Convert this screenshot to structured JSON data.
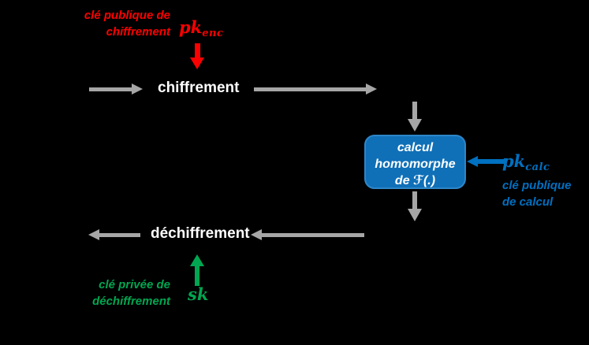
{
  "colors": {
    "background": "#000000",
    "text_white": "#ffffff",
    "arrow_gray": "#a6a6a6",
    "key_red": "#fb0000",
    "key_green": "#00a651",
    "key_blue": "#0070c0",
    "box_fill": "#0f70b8",
    "box_border": "#2e86c8"
  },
  "flow": {
    "enc_key_caption": [
      "clé publique de",
      "chiffrement"
    ],
    "enc_key_symbol": {
      "base": "pk",
      "sub": "enc"
    },
    "encrypt_label": "chiffrement",
    "compute_box": {
      "line1": "calcul",
      "line2": "homomorphe",
      "line3": "de ℱ(.)"
    },
    "calc_key_symbol": {
      "base": "pk",
      "sub": "calc"
    },
    "calc_key_caption": [
      "clé publique",
      "de calcul"
    ],
    "decrypt_label": "déchiffrement",
    "dec_key_symbol": "sk",
    "dec_key_caption": [
      "clé privée de",
      "déchiffrement"
    ]
  }
}
